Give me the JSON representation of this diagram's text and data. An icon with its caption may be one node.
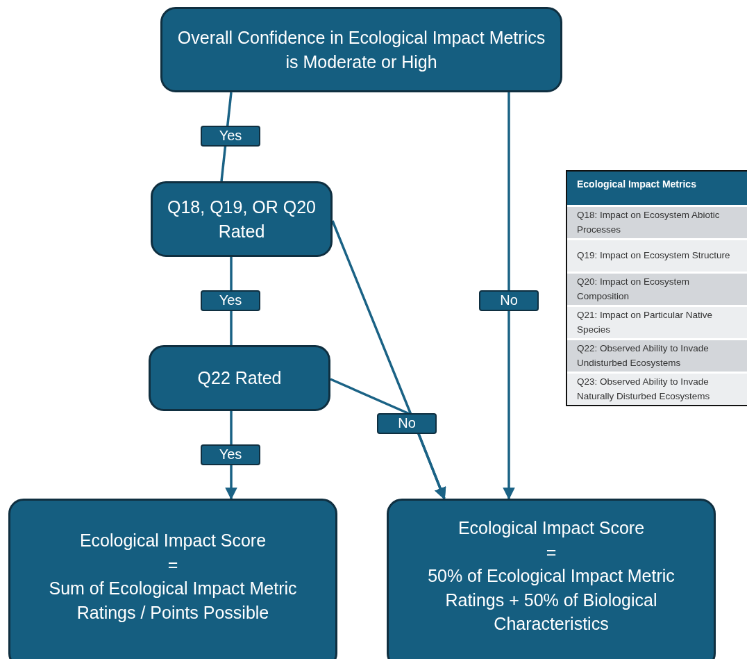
{
  "diagram": {
    "nodes": [
      {
        "text": [
          "Overall Confidence in Ecological Impact Metrics is Moderate or High"
        ]
      },
      {
        "text": [
          "Q18, Q19, OR Q20 Rated"
        ]
      },
      {
        "text": [
          "Q22 Rated"
        ]
      },
      {
        "text": [
          "Ecological Impact Score",
          "=",
          "Sum of Ecological Impact Metric Ratings / Points Possible"
        ]
      },
      {
        "text": [
          "Ecological Impact Score",
          "=",
          "50% of Ecological Impact Metric Ratings + 50% of Biological Characteristics"
        ]
      }
    ],
    "edges": [
      {
        "from": 0,
        "to": 1,
        "arrow": "none",
        "label": "Yes"
      },
      {
        "from": 1,
        "to": 2,
        "arrow": "none",
        "label": "Yes"
      },
      {
        "from": 2,
        "to": 3,
        "arrow": "to",
        "label": "Yes"
      },
      {
        "from": 0,
        "to": 4,
        "arrow": "to",
        "label": "No"
      },
      {
        "from": 1,
        "to": 4,
        "arrow": "to",
        "label": "No"
      },
      {
        "from": 2,
        "to": 4,
        "arrow": "to"
      }
    ],
    "labels": [
      "Ecological Impact Metrics",
      "Q18: Impact on Ecosystem Abiotic Processes",
      "Q19: Impact on Ecosystem Structure",
      "Q20: Impact on Ecosystem Composition",
      "Q21: Impact on Particular Native Species",
      "Q22: Observed Ability to Invade Undisturbed Ecosystems",
      "Q23: Observed Ability to Invade Naturally Disturbed Ecosystems"
    ]
  }
}
